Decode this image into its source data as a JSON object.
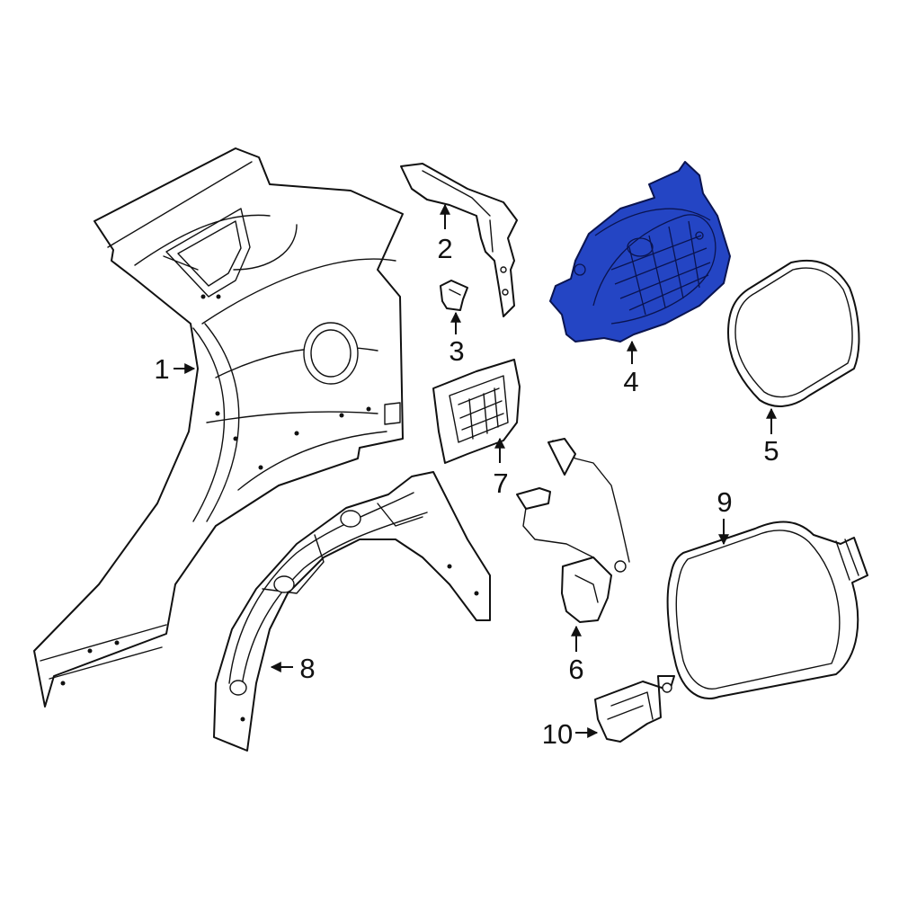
{
  "callouts": [
    {
      "id": "1",
      "label": "1"
    },
    {
      "id": "2",
      "label": "2"
    },
    {
      "id": "3",
      "label": "3"
    },
    {
      "id": "4",
      "label": "4"
    },
    {
      "id": "5",
      "label": "5"
    },
    {
      "id": "6",
      "label": "6"
    },
    {
      "id": "7",
      "label": "7"
    },
    {
      "id": "8",
      "label": "8"
    },
    {
      "id": "9",
      "label": "9"
    },
    {
      "id": "10",
      "label": "10"
    }
  ],
  "highlighted_part": "4",
  "colors": {
    "highlight_fill": "#2445c4",
    "highlight_outline": "#0a1450",
    "line": "#111111",
    "background": "#ffffff"
  }
}
